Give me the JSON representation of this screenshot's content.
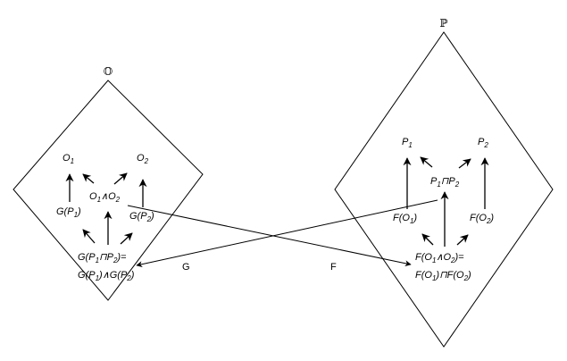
{
  "O_poset": {
    "symbol": "𝕆",
    "o1": "O",
    "o2": "O",
    "o1_sub": "1",
    "o2_sub": "2",
    "meet_o": "O",
    "meet_and": "∧",
    "gp1": "G(P",
    "gp1_sub": "1",
    "gp2": "G(P",
    "gp2_sub": "2",
    "close": ")",
    "g_meet_line1_a": "G(P",
    "g_meet_line1_b": "⊓P",
    "g_meet_line1_c": ")=",
    "g_meet_line2_a": "G(P",
    "g_meet_line2_b": ")∧G(P",
    "g_meet_line2_c": ")"
  },
  "P_poset": {
    "symbol": "ℙ",
    "p1": "P",
    "p2": "P",
    "meet_b": "⊓P",
    "fo1": "F(O",
    "fo2": "F(O",
    "f_meet_line1_a": "F(O",
    "f_meet_line1_b": "∧O",
    "f_meet_line1_c": ")=",
    "f_meet_line2_a": "F(O",
    "f_meet_line2_b": ")⊓F(O",
    "f_meet_line2_c": ")"
  },
  "maps": {
    "g_label": "G",
    "f_label": "F"
  },
  "colors": {
    "stroke": "#000000",
    "background": "#ffffff"
  }
}
